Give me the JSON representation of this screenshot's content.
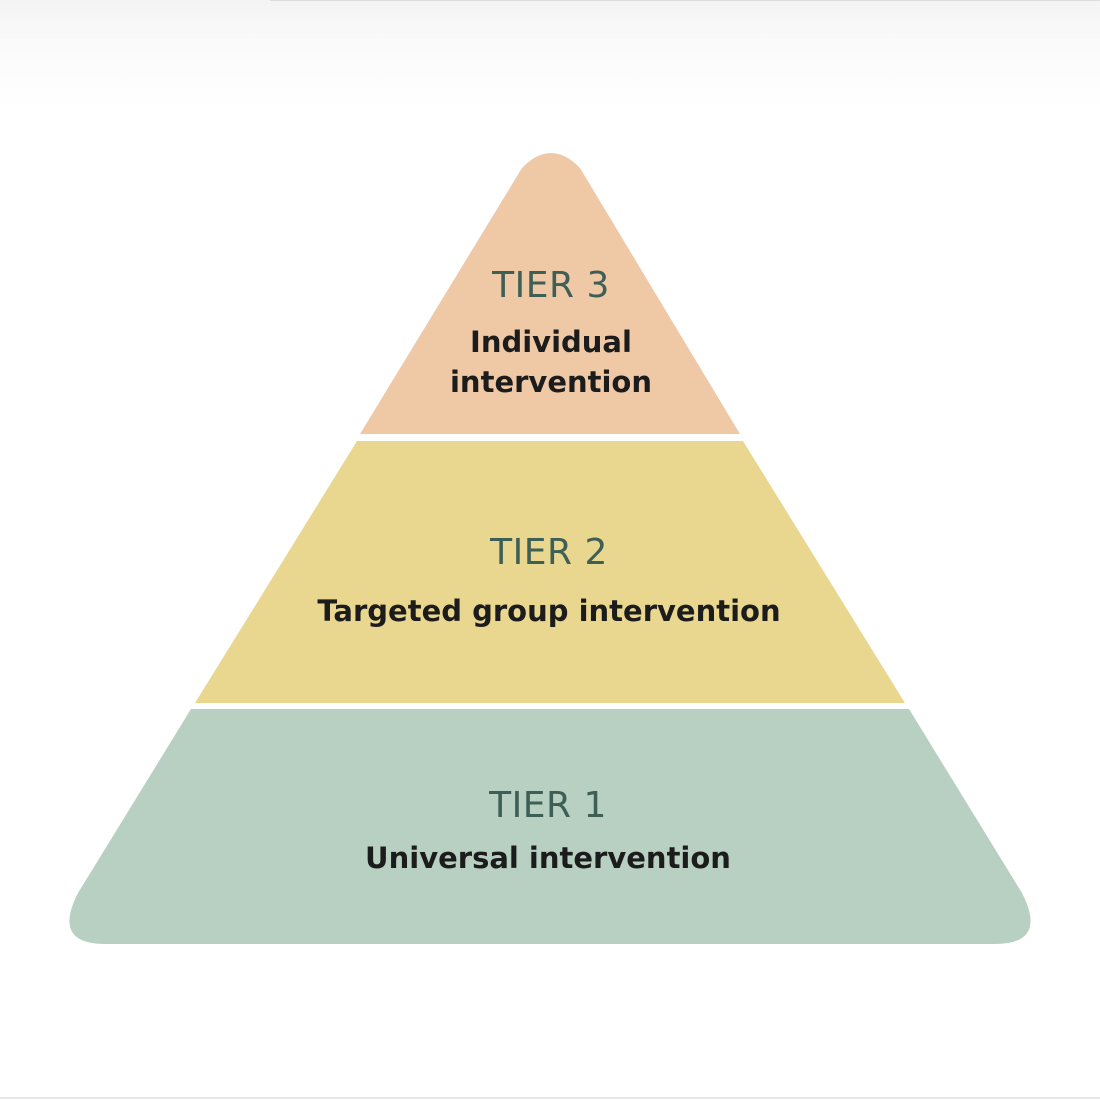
{
  "colors": {
    "tier3": "#efc8a6",
    "tier2": "#ead78f",
    "tier1": "#b7d0c2",
    "title_text": "#3d5f55",
    "desc_text": "#1c1c1c",
    "separator": "#ffffff"
  },
  "tiers": [
    {
      "title": "TIER 3",
      "description_lines": [
        "Individual",
        "intervention"
      ]
    },
    {
      "title": "TIER 2",
      "description_lines": [
        "Targeted group intervention"
      ]
    },
    {
      "title": "TIER 1",
      "description_lines": [
        "Universal intervention"
      ]
    }
  ]
}
